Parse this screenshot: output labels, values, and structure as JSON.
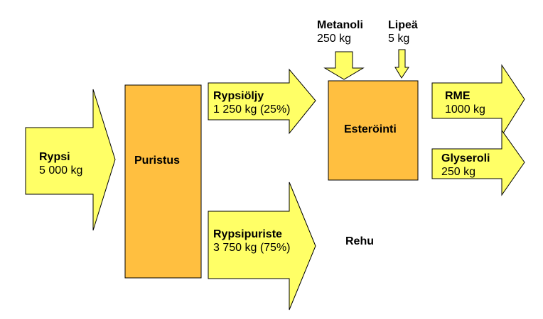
{
  "colors": {
    "arrow_fill": "#ffff66",
    "box_fill": "#ffbf40",
    "outline": "#000000"
  },
  "input": {
    "name": "Rypsi",
    "amount": "5 000 kg"
  },
  "press": {
    "label": "Puristus"
  },
  "oil": {
    "name": "Rypsiöljy",
    "amount": "1 250 kg (25%)"
  },
  "cake": {
    "name": "Rypsipuriste",
    "amount": "3 750 kg (75%)",
    "use": "Rehu"
  },
  "esterification": {
    "label": "Esteröinti",
    "inputs": [
      {
        "name": "Metanoli",
        "amount": "250 kg"
      },
      {
        "name": "Lipeä",
        "amount": "5 kg"
      }
    ]
  },
  "products": [
    {
      "name": "RME",
      "amount": "1000 kg"
    },
    {
      "name": "Glyseroli",
      "amount": "250 kg"
    }
  ]
}
